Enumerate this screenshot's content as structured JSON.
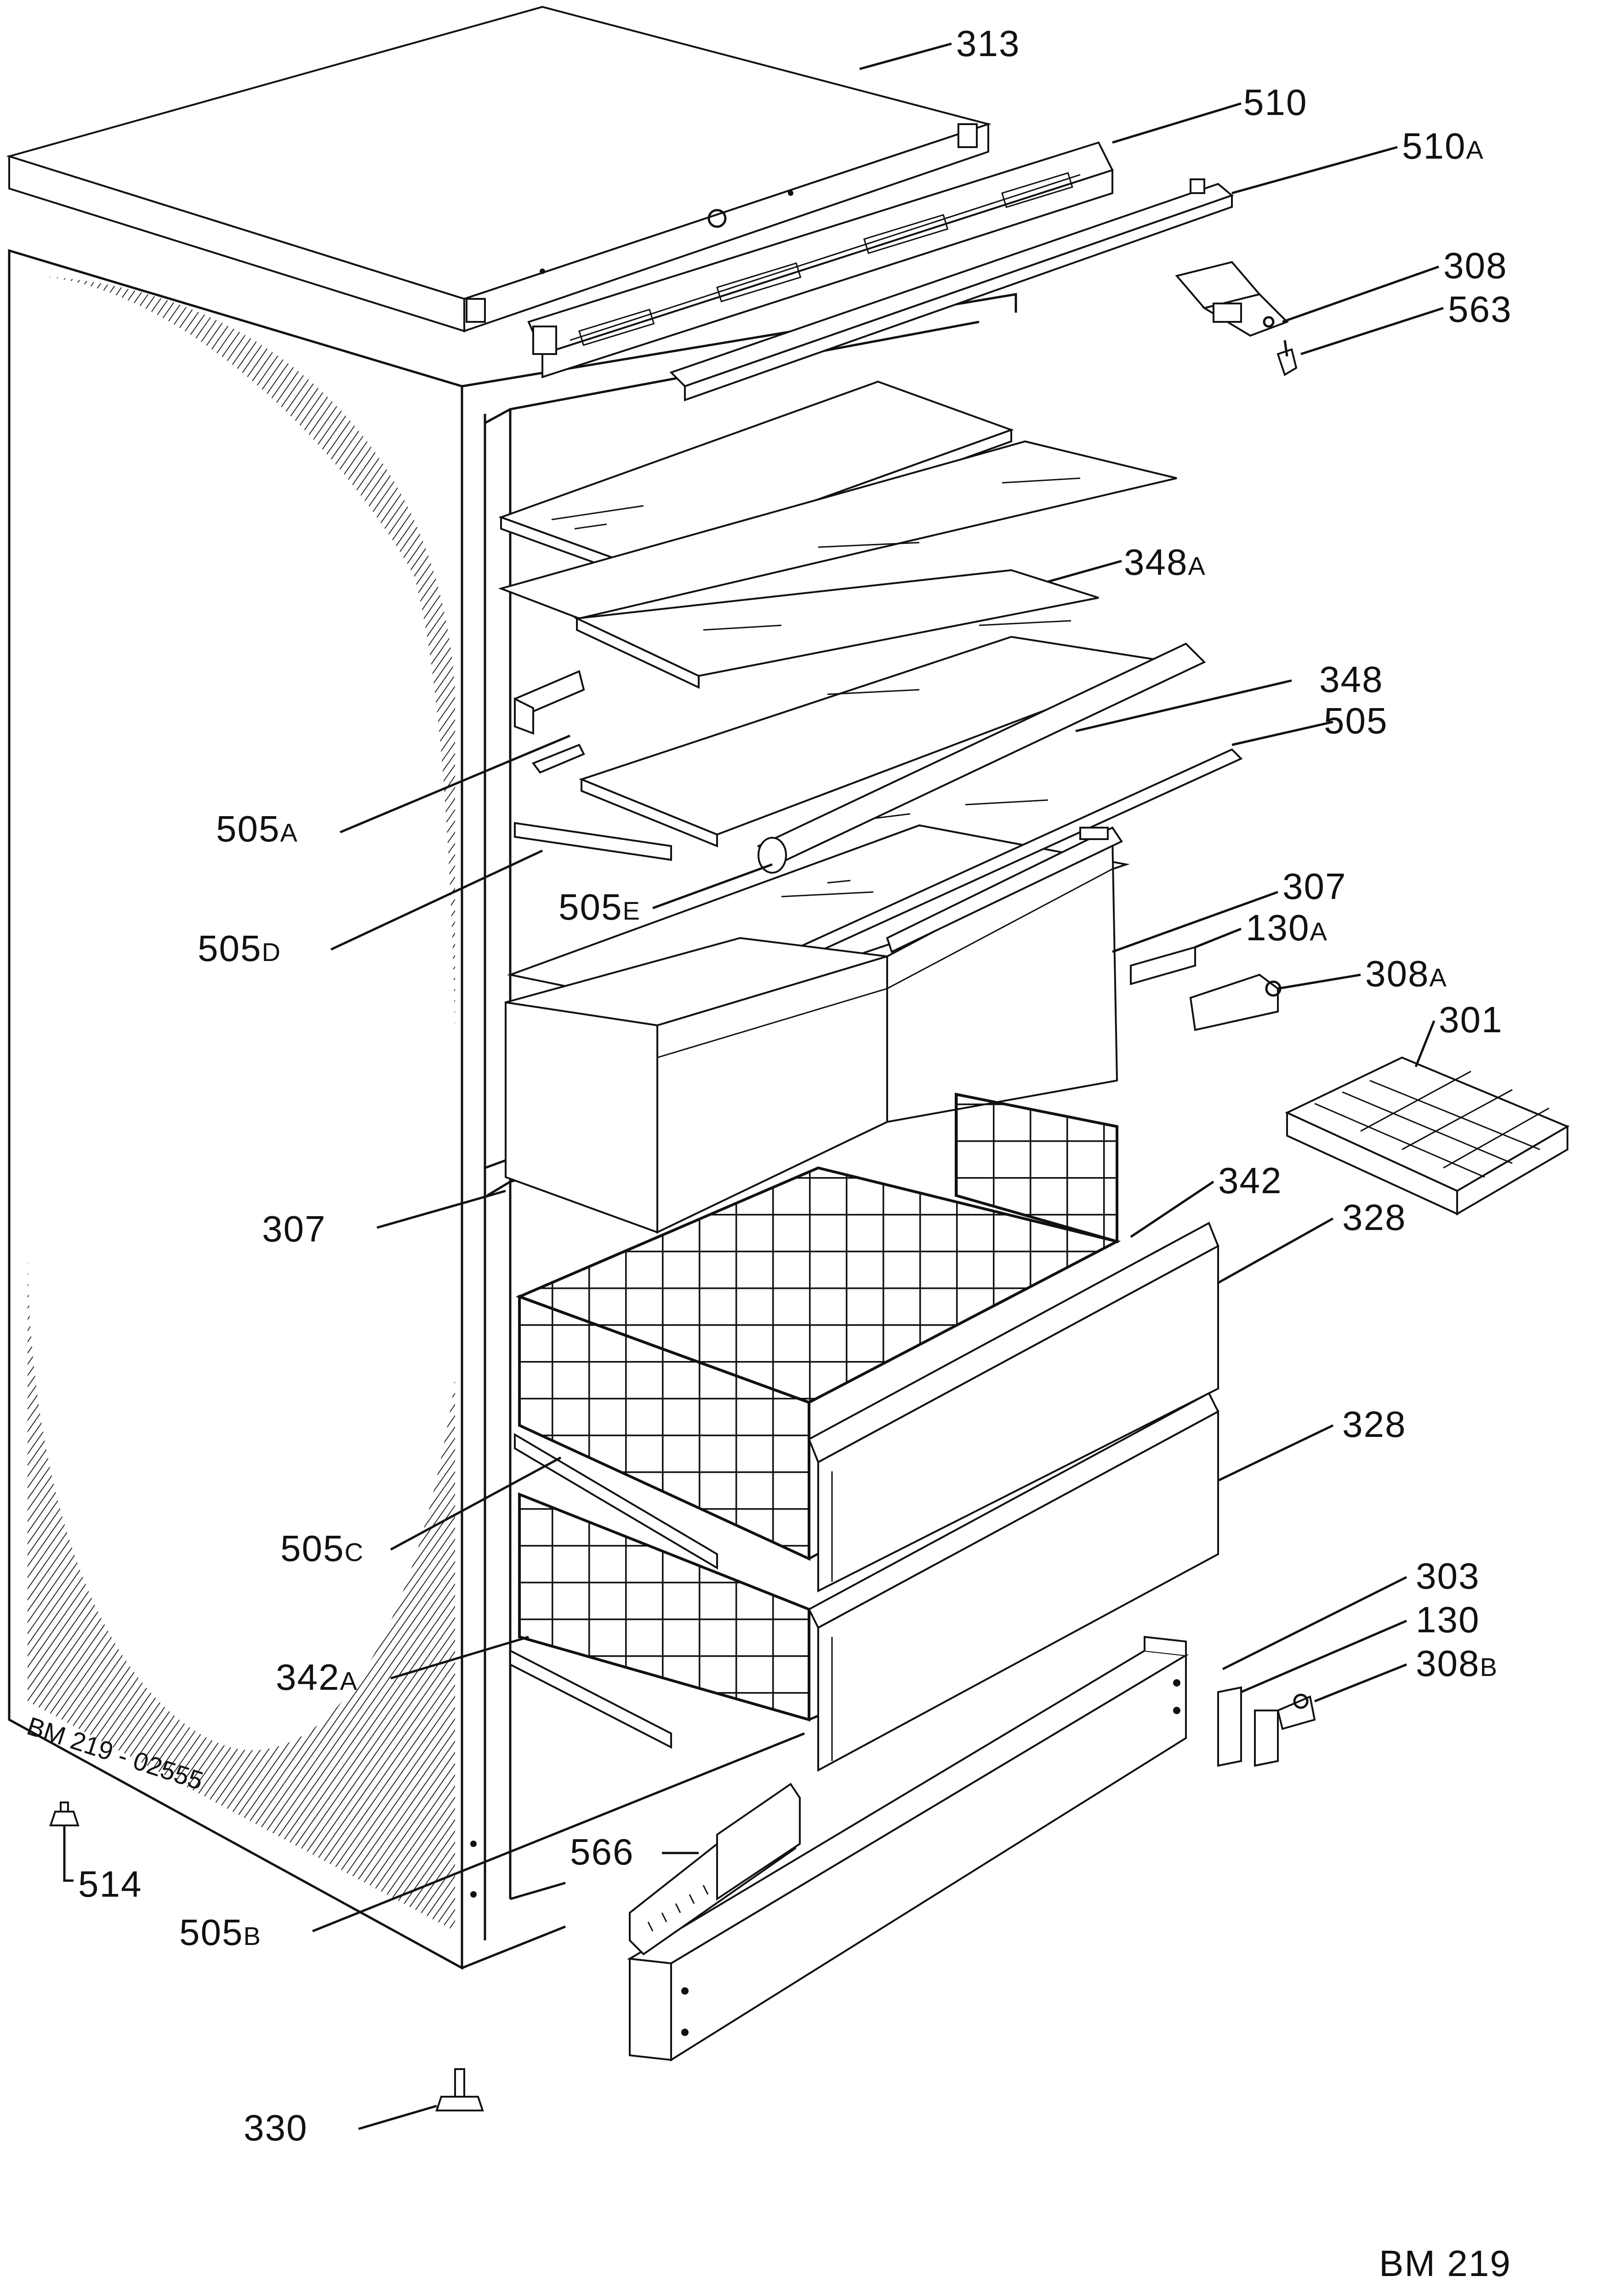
{
  "diagram": {
    "stamp": "BM 219 - 02555",
    "footer": "BM 219",
    "parts": [
      {
        "key": "p313",
        "label": "313"
      },
      {
        "key": "p510",
        "label": "510"
      },
      {
        "key": "p510a",
        "label": "510",
        "suffix": "A"
      },
      {
        "key": "p308",
        "label": "308"
      },
      {
        "key": "p563",
        "label": "563"
      },
      {
        "key": "p348a",
        "label": "348",
        "suffix": "A"
      },
      {
        "key": "p348",
        "label": "348"
      },
      {
        "key": "p505",
        "label": "505"
      },
      {
        "key": "p505a",
        "label": "505",
        "suffix": "A"
      },
      {
        "key": "p505e",
        "label": "505",
        "suffix": "E"
      },
      {
        "key": "p505d",
        "label": "505",
        "suffix": "D"
      },
      {
        "key": "p307r",
        "label": "307"
      },
      {
        "key": "p130a",
        "label": "130",
        "suffix": "A"
      },
      {
        "key": "p308a",
        "label": "308",
        "suffix": "A"
      },
      {
        "key": "p301",
        "label": "301"
      },
      {
        "key": "p342",
        "label": "342"
      },
      {
        "key": "p307l",
        "label": "307"
      },
      {
        "key": "p328a",
        "label": "328"
      },
      {
        "key": "p328b",
        "label": "328"
      },
      {
        "key": "p505c",
        "label": "505",
        "suffix": "C"
      },
      {
        "key": "p303",
        "label": "303"
      },
      {
        "key": "p130",
        "label": "130"
      },
      {
        "key": "p308b",
        "label": "308",
        "suffix": "B"
      },
      {
        "key": "p342a",
        "label": "342",
        "suffix": "A"
      },
      {
        "key": "p514",
        "label": "514"
      },
      {
        "key": "p566",
        "label": "566"
      },
      {
        "key": "p505b",
        "label": "505",
        "suffix": "B"
      },
      {
        "key": "p330",
        "label": "330"
      }
    ]
  }
}
